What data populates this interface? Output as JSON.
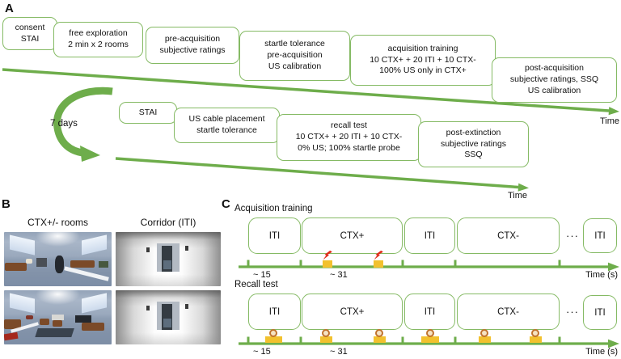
{
  "colors": {
    "green_line": "#6ead4b",
    "box_border": "#85ba64",
    "event_yellow": "#f2c12e",
    "bolt_red": "#e02d1b",
    "probe_orange": "#c0722e",
    "text_dark": "#111111"
  },
  "panel_a": {
    "label": "A",
    "session1_boxes": [
      {
        "text": "consent\nSTAI"
      },
      {
        "text": "free exploration\n2 min x 2 rooms"
      },
      {
        "text": "pre-acquisition\nsubjective ratings"
      },
      {
        "text": "startle tolerance\npre-acquisition\nUS calibration"
      },
      {
        "text": "acquisition training\n10 CTX+ + 20 ITI + 10 CTX-\n100% US only in CTX+"
      },
      {
        "text": "post-acquisition\nsubjective ratings, SSQ\nUS calibration"
      }
    ],
    "session1_time_label": "Time",
    "delay_label": "7 days",
    "session2_boxes": [
      {
        "text": "STAI"
      },
      {
        "text": "US cable placement\nstartle tolerance"
      },
      {
        "text": "recall test\n10 CTX+ + 20 ITI + 10 CTX-\n0% US; 100% startle probe"
      },
      {
        "text": "post-extinction\nsubjective ratings\nSSQ"
      }
    ],
    "session2_time_label": "Time"
  },
  "panel_b": {
    "label": "B",
    "rooms_header": "CTX+/- rooms",
    "corridor_header": "Corridor (ITI)"
  },
  "panel_c": {
    "label": "C",
    "acquisition": {
      "title": "Acquisition training",
      "segments": [
        "ITI",
        "CTX+",
        "ITI",
        "CTX-"
      ],
      "ellipsis": "···",
      "final_segment": "ITI",
      "tick_label_15": "~ 15",
      "tick_label_31": "~ 31",
      "time_label": "Time (s)"
    },
    "recall": {
      "title": "Recall test",
      "segments": [
        "ITI",
        "CTX+",
        "ITI",
        "CTX-"
      ],
      "ellipsis": "···",
      "final_segment": "ITI",
      "tick_label_15": "~ 15",
      "tick_label_31": "~ 31",
      "time_label": "Time (s)"
    }
  },
  "icons": {
    "shock": "us-shock-icon",
    "probe": "startle-probe-icon",
    "delay_arrow": "seven-days-curved-arrow-icon",
    "timeline": "timeline-arrow-icon"
  }
}
